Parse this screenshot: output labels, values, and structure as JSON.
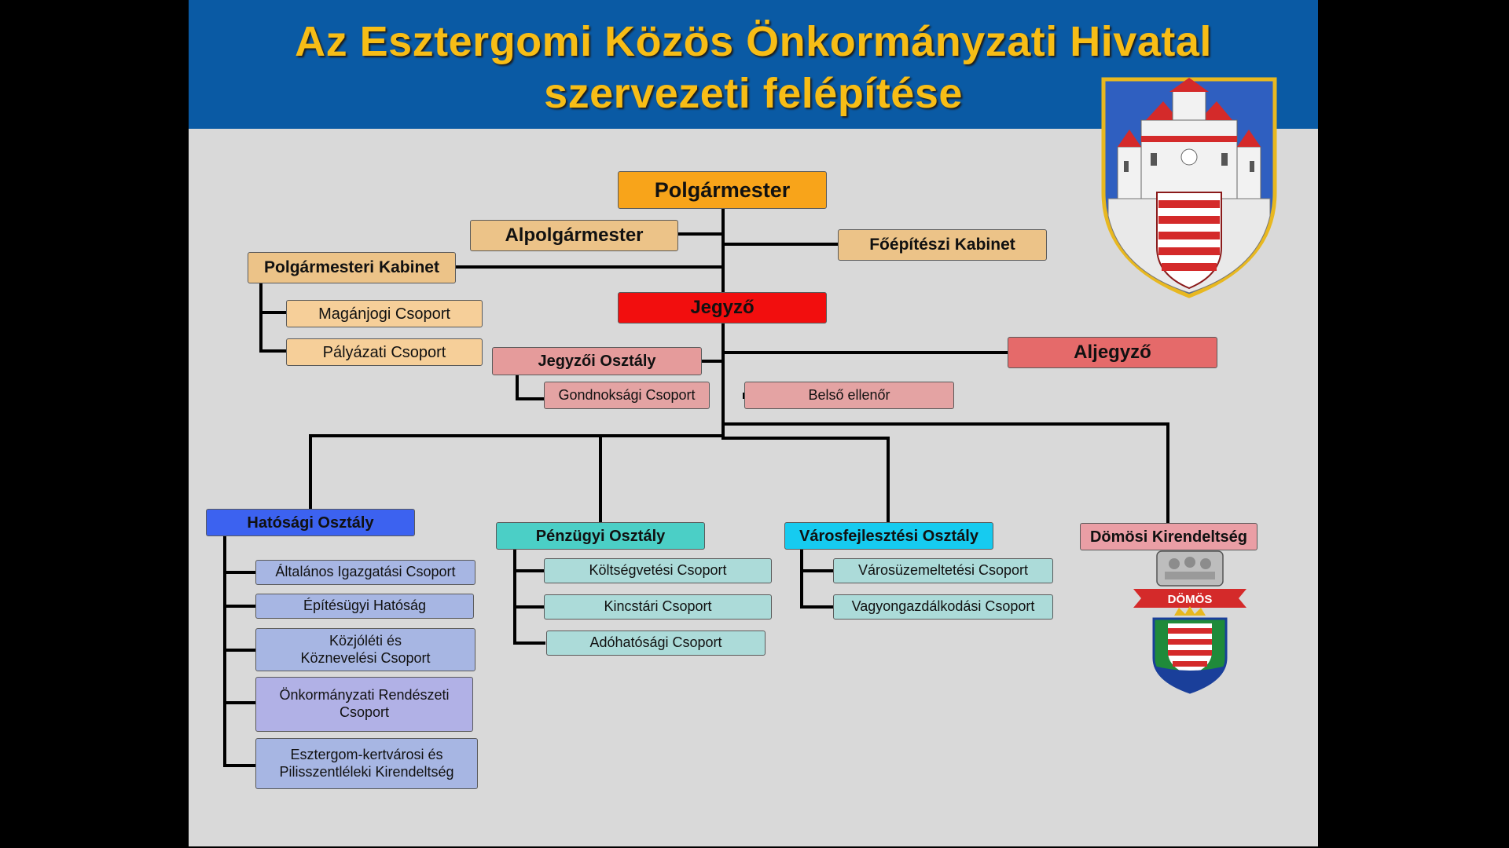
{
  "title": {
    "line1": "Az Esztergomi Közös Önkormányzati Hivatal",
    "line2": "szervezeti felépítése"
  },
  "org": {
    "polgarmester": "Polgármester",
    "alpolgarmester": "Alpolgármester",
    "foepiteszi_kabinet": "Főépítészi Kabinet",
    "polgarmesteri_kabinet": "Polgármesteri Kabinet",
    "maganjogi_csoport": "Magánjogi Csoport",
    "palyazati_csoport": "Pályázati Csoport",
    "jegyzo": "Jegyző",
    "jegyzoi_osztaly": "Jegyzői Osztály",
    "aljegyzo": "Aljegyző",
    "gondnoksagi_csoport": "Gondnoksági Csoport",
    "belso_ellenor": "Belső ellenőr",
    "hatosagi_osztaly": "Hatósági Osztály",
    "altalanos_igazgatasi": "Általános Igazgatási Csoport",
    "epitesugyi_hatosag": "Építésügyi Hatóság",
    "kozjoleti_line1": "Közjóléti és",
    "kozjoleti_line2": "Köznevelési Csoport",
    "rendeszeti_line1": "Önkormányzati Rendészeti",
    "rendeszeti_line2": "Csoport",
    "kertvarosi_line1": "Esztergom-kertvárosi és",
    "kertvarosi_line2": "Pilisszentléleki Kirendeltség",
    "penzugyi_osztaly": "Pénzügyi Osztály",
    "koltsegvetesi": "Költségvetési Csoport",
    "kincstari": "Kincstári Csoport",
    "adohatosagi": "Adóhatósági Csoport",
    "varosfejlesztesi_osztaly": "Városfejlesztési Osztály",
    "varosuzemeltetesi": "Városüzemeltetési Csoport",
    "vagyongazdalkodasi": "Vagyongazdálkodási Csoport",
    "domosi_kirendeltseg": "Dömösi Kirendeltség"
  },
  "emblems": {
    "esztergom": "esztergom-coat-of-arms",
    "domos": "domos-coat-of-arms",
    "domos_ribbon_text": "DÖMÖS"
  },
  "colors": {
    "header": "#0a5aa4",
    "title": "#f7bd16",
    "background": "#d9d9d9"
  }
}
